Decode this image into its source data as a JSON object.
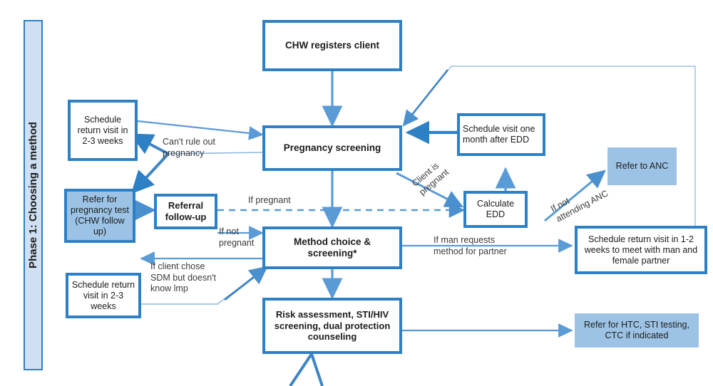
{
  "phase": {
    "label": "Phase 1: Choosing a method"
  },
  "colors": {
    "stroke": "#2E80C4",
    "thin_stroke": "#5B9BD5",
    "fill_light": "#9CC3E5",
    "banner_fill": "#CFE0F3",
    "box_fill_white": "#FFFFFF",
    "text": "#1C1C1C"
  },
  "nodes": [
    {
      "id": "chw-registers-client",
      "label": "CHW registers client"
    },
    {
      "id": "pregnancy-screening",
      "label": "Pregnancy screening"
    },
    {
      "id": "schedule-return-2-3-a",
      "label": "Schedule return visit in 2-3 weeks"
    },
    {
      "id": "refer-pregnancy-test",
      "label": "Refer for pregnancy test (CHW follow up)"
    },
    {
      "id": "referral-follow-up",
      "label": "Referral follow-up"
    },
    {
      "id": "method-choice",
      "label": "Method choice & screening*"
    },
    {
      "id": "schedule-return-2-3-b",
      "label": "Schedule return visit in 2-3 weeks"
    },
    {
      "id": "risk-assessment",
      "label": "Risk assessment, STI/HIV screening, dual protection counseling"
    },
    {
      "id": "schedule-visit-edd",
      "label": "Schedule visit one month after EDD"
    },
    {
      "id": "calculate-edd",
      "label": "Calculate EDD"
    },
    {
      "id": "refer-to-anc",
      "label": "Refer to ANC"
    },
    {
      "id": "schedule-return-1-2",
      "label": "Schedule return visit in 1-2 weeks to meet with man and female partner"
    },
    {
      "id": "refer-htc",
      "label": "Refer for HTC, STI testing, CTC if indicated"
    }
  ],
  "edge_labels": [
    {
      "id": "cant-rule-out",
      "text": "Can't rule out\npregnancy"
    },
    {
      "id": "if-pregnant",
      "text": "If pregnant"
    },
    {
      "id": "if-not-pregnant",
      "text": "If not\npregnant"
    },
    {
      "id": "if-client-sdm",
      "text": "If client chose\nSDM but doesn't\nknow lmp"
    },
    {
      "id": "client-is-pregnant",
      "text": "Client is\npregnant"
    },
    {
      "id": "if-not-attending-anc",
      "text": "If not\nattending ANC"
    },
    {
      "id": "if-man-requests",
      "text": "If man requests\nmethod for partner"
    }
  ]
}
